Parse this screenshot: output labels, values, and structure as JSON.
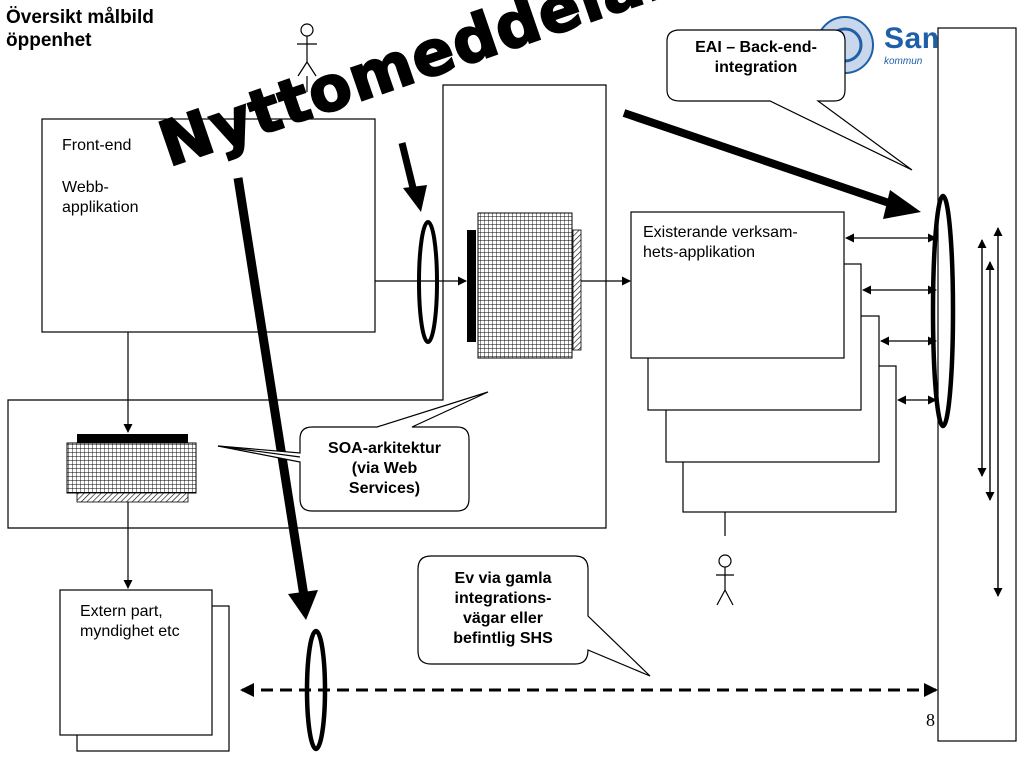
{
  "title": {
    "line1": "Översikt målbild",
    "line2": "öppenhet"
  },
  "banner": "Nyttomeddelanden",
  "logo": {
    "name": "Sam",
    "sub": "kommun"
  },
  "boxes": {
    "frontend": {
      "line1": "Front-end",
      "line2": "Webb-",
      "line3": "applikation"
    },
    "existing": {
      "line1": "Existerande verksam-",
      "line2": "hets-applikation"
    },
    "external": {
      "line1": "Extern part,",
      "line2": "myndighet etc"
    }
  },
  "callouts": {
    "eai": {
      "line1": "EAI – Back-end-",
      "line2": "integration"
    },
    "soa": {
      "line1": "SOA-arkitektur",
      "line2": "(via Web",
      "line3": "Services)"
    },
    "legacy": {
      "line1": "Ev via gamla",
      "line2": "integrations-",
      "line3": "vägar eller",
      "line4": "befintlig SHS"
    }
  },
  "page_number": "8",
  "colors": {
    "stroke": "#000000",
    "logo_blue": "#1f5fa8",
    "background": "#ffffff"
  }
}
